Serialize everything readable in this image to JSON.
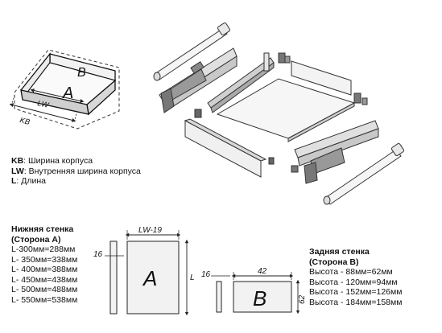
{
  "box_labels": {
    "face_letter": "B",
    "bottom_letter": "A",
    "inner_width": "LW",
    "outer_width": "KB"
  },
  "legend": [
    {
      "code": "KB",
      "text": ": Ширина корпуса"
    },
    {
      "code": "LW",
      "text": ": Внутренняя ширина корпуса"
    },
    {
      "code": "L",
      "text": ": Длина"
    }
  ],
  "bottom_panel": {
    "title_line1": "Нижняя стенка",
    "title_line2": "(Сторона А)",
    "sizes": [
      "L-300мм=288мм",
      "L- 350мм=338мм",
      "L- 400мм=388мм",
      "L- 450мм=438мм",
      "L- 500мм=488мм",
      "L- 550мм=538мм"
    ],
    "dim_width": "LW-19",
    "dim_thickness": "16",
    "dim_length": "L",
    "letter": "A"
  },
  "back_panel": {
    "title_line1": "Задняя стенка",
    "title_line2": "(Сторона В)",
    "sizes": [
      "Высота - 88мм=62мм",
      "Высота - 120мм=94мм",
      "Высота - 152мм=126мм",
      "Высота - 184мм=158мм"
    ],
    "dim_width": "42",
    "dim_thickness": "16",
    "dim_height": "62",
    "letter": "B"
  }
}
